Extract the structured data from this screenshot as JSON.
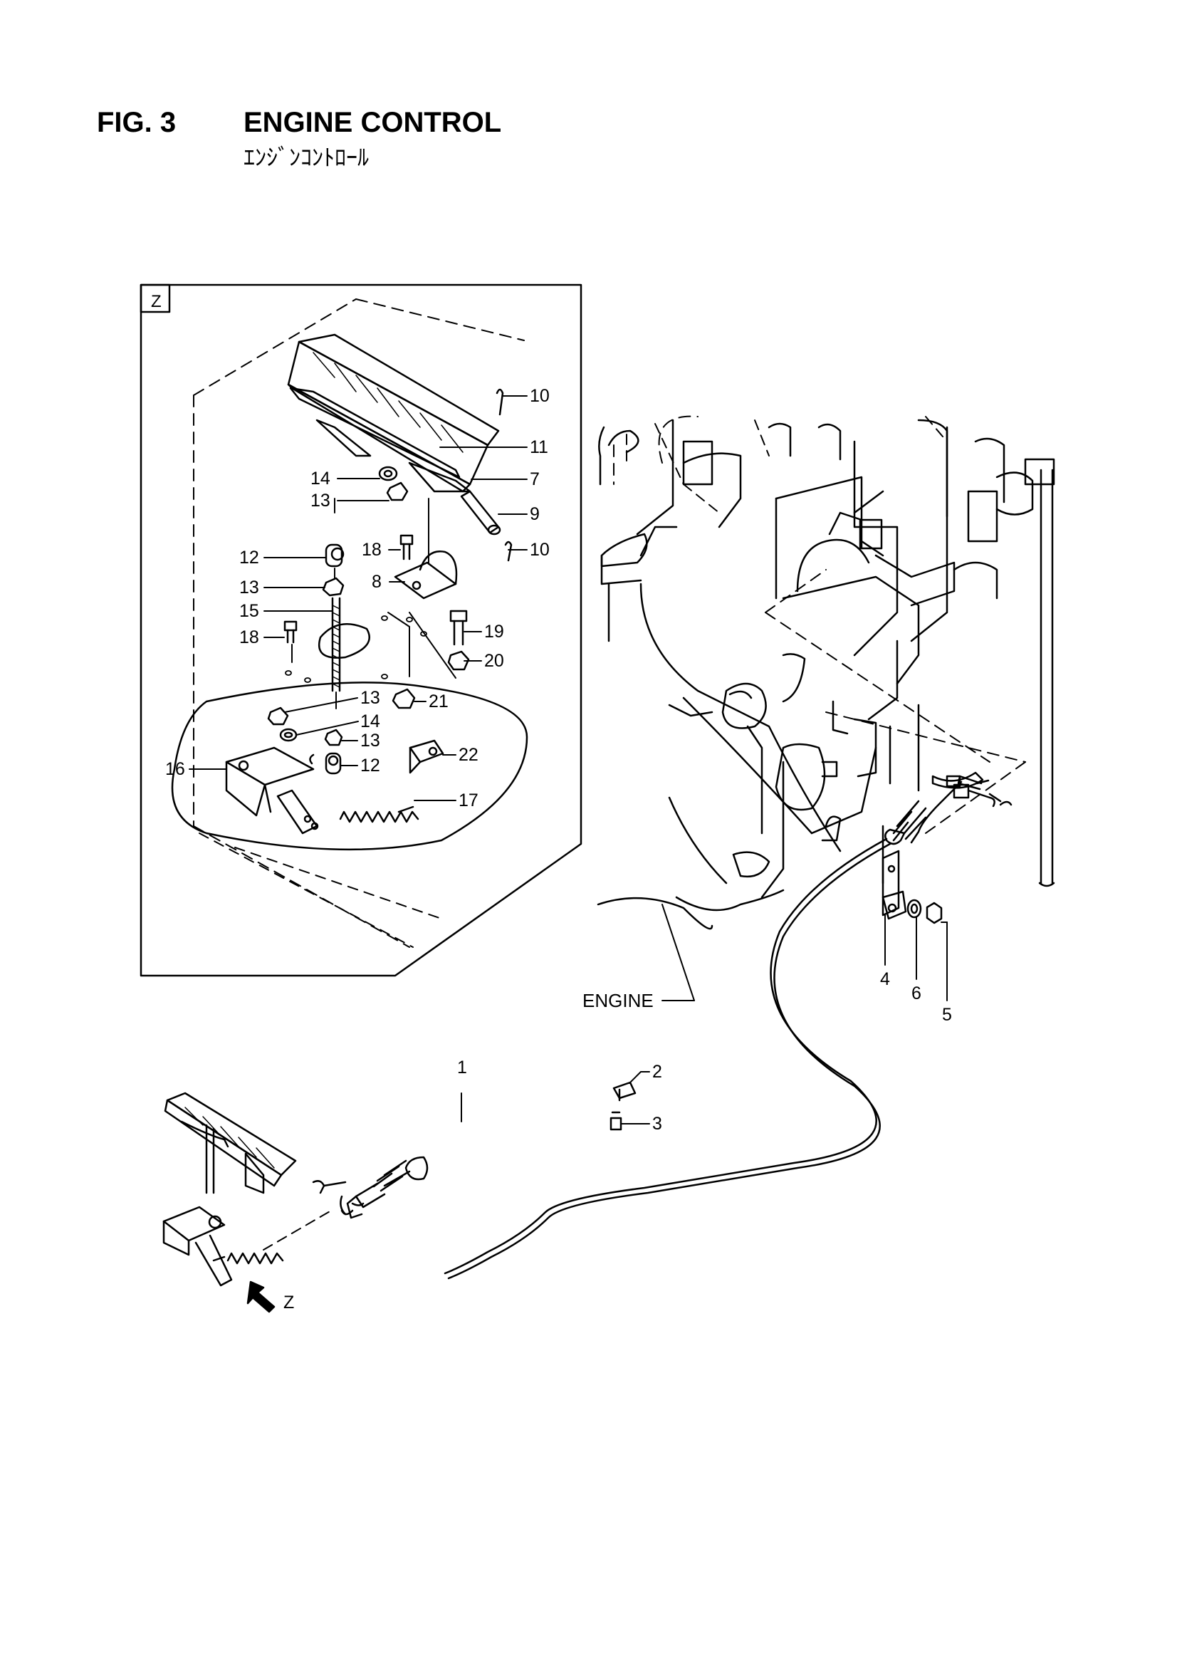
{
  "figure": {
    "number": "FIG. 3",
    "title": "ENGINE CONTROL",
    "subtitle_jp": "ｴﾝｼﾞﾝｺﾝﾄﾛｰﾙ"
  },
  "detail_view": {
    "label": "Z"
  },
  "labels": {
    "engine": "ENGINE",
    "view_arrow": "Z"
  },
  "callouts": [
    {
      "id": "c10a",
      "text": "10"
    },
    {
      "id": "c11",
      "text": "11"
    },
    {
      "id": "c7",
      "text": "7"
    },
    {
      "id": "c14a",
      "text": "14"
    },
    {
      "id": "c13a",
      "text": "13"
    },
    {
      "id": "c9",
      "text": "9"
    },
    {
      "id": "c12a",
      "text": "12"
    },
    {
      "id": "c18a",
      "text": "18"
    },
    {
      "id": "c10b",
      "text": "10"
    },
    {
      "id": "c13b",
      "text": "13"
    },
    {
      "id": "c8",
      "text": "8"
    },
    {
      "id": "c15",
      "text": "15"
    },
    {
      "id": "c19",
      "text": "19"
    },
    {
      "id": "c18b",
      "text": "18"
    },
    {
      "id": "c20",
      "text": "20"
    },
    {
      "id": "c13c",
      "text": "13"
    },
    {
      "id": "c21",
      "text": "21"
    },
    {
      "id": "c14b",
      "text": "14"
    },
    {
      "id": "c13d",
      "text": "13"
    },
    {
      "id": "c16",
      "text": "16"
    },
    {
      "id": "c12b",
      "text": "12"
    },
    {
      "id": "c22",
      "text": "22"
    },
    {
      "id": "c17",
      "text": "17"
    },
    {
      "id": "c4",
      "text": "4"
    },
    {
      "id": "c6",
      "text": "6"
    },
    {
      "id": "c5",
      "text": "5"
    },
    {
      "id": "c1",
      "text": "1"
    },
    {
      "id": "c2",
      "text": "2"
    },
    {
      "id": "c3",
      "text": "3"
    }
  ]
}
